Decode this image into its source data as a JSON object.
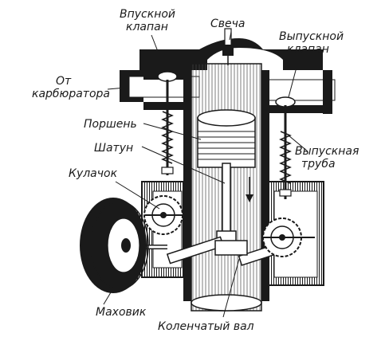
{
  "labels": {
    "intake_valve_line1": "Впускной",
    "intake_valve_line2": "клапан",
    "spark_plug": "Свеча",
    "exhaust_valve_line1": "Выпускной",
    "exhaust_valve_line2": "клапан",
    "from_carburetor_line1": "От",
    "from_carburetor_line2": "карбюратора",
    "piston": "Поршень",
    "connecting_rod": "Шатун",
    "cam": "Кулачок",
    "exhaust_pipe_line1": "Выпускная",
    "exhaust_pipe_line2": "труба",
    "flywheel": "Маховик",
    "crankshaft": "Коленчатый вал"
  }
}
